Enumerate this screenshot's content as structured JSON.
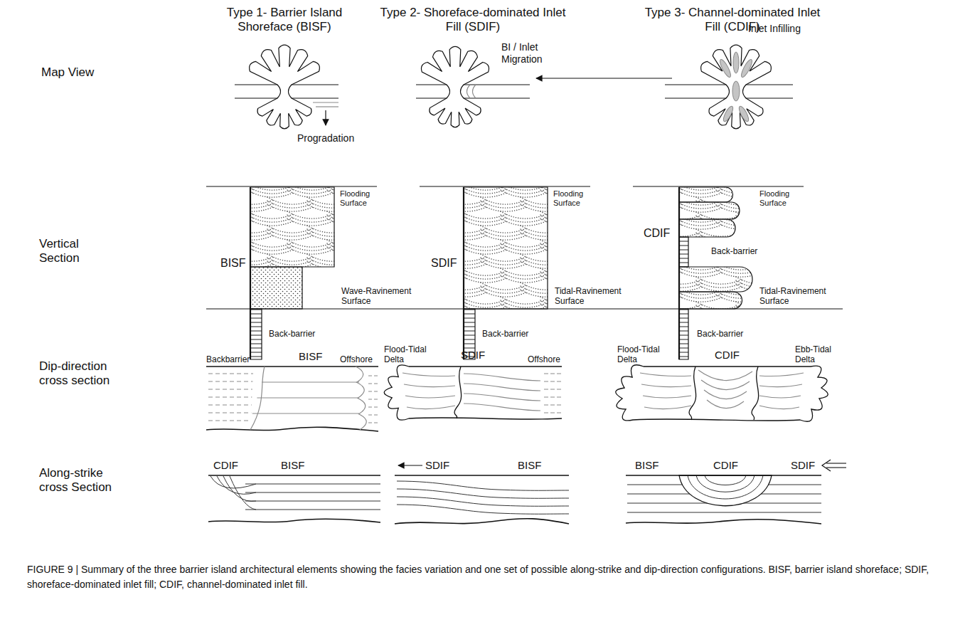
{
  "diagram": {
    "caption": "FIGURE 9 | Summary of the three barrier island architectural elements showing the facies variation and one set of possible along-strike and dip-direction configurations. BISF, barrier island shoreface; SDIF, shoreface-dominated inlet fill; CDIF, channel-dominated inlet fill.",
    "labels": [
      "Type 1- Barrier Island Shoreface (BISF)",
      "Type 2- Shoreface-dominated Inlet Fill (SDIF)",
      "Type 3- Channel-dominated Inlet Fill (CDIF)",
      "Map View",
      "Progradation",
      "BI / Inlet Migration",
      "Inlet Infilling",
      "Vertical Section",
      "Flooding Surface",
      "Flooding Surface",
      "Flooding Surface",
      "BISF",
      "SDIF",
      "CDIF",
      "Back-barrier",
      "Wave-Ravinement Surface",
      "Tidal-Ravinement Surface",
      "Tidal-Ravinement Surface",
      "Back-barrier",
      "Back-barrier",
      "Back-barrier",
      "Dip-direction cross section",
      "Backbarrier",
      "BISF",
      "Offshore",
      "Flood-Tidal Delta",
      "SDIF",
      "Offshore",
      "Flood-Tidal Delta",
      "CDIF",
      "Ebb-Tidal Delta",
      "Along-strike cross Section",
      "CDIF",
      "BISF",
      "SDIF",
      "BISF",
      "BISF",
      "CDIF",
      "SDIF"
    ]
  }
}
